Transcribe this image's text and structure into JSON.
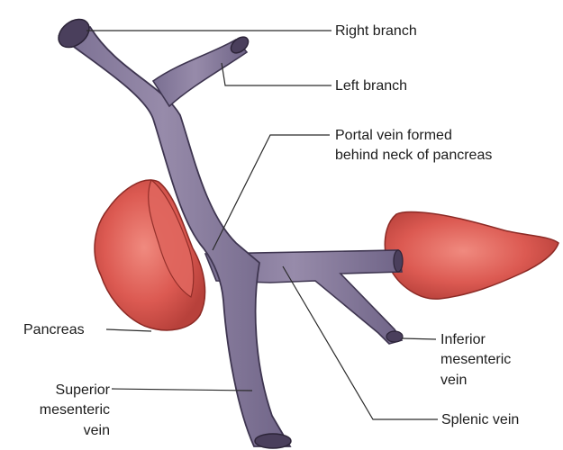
{
  "labels": {
    "right_branch": "Right branch",
    "left_branch": "Left branch",
    "portal_vein_line1": "Portal vein formed",
    "portal_vein_line2": "behind neck of pancreas",
    "pancreas": "Pancreas",
    "inferior_line1": "Inferior",
    "inferior_line2": "mesenteric",
    "inferior_line3": "vein",
    "superior_line1": "Superior",
    "superior_line2": "mesenteric",
    "superior_line3": "vein",
    "splenic_vein": "Splenic vein"
  },
  "colors": {
    "vein_fill": "#8e82a2",
    "vein_shade": "#6e6386",
    "vein_outline": "#3e3550",
    "pancreas_fill": "#d8504a",
    "pancreas_light": "#ee8a80",
    "pancreas_outline": "#8c2a25",
    "leader_line": "#2a2a2a"
  }
}
